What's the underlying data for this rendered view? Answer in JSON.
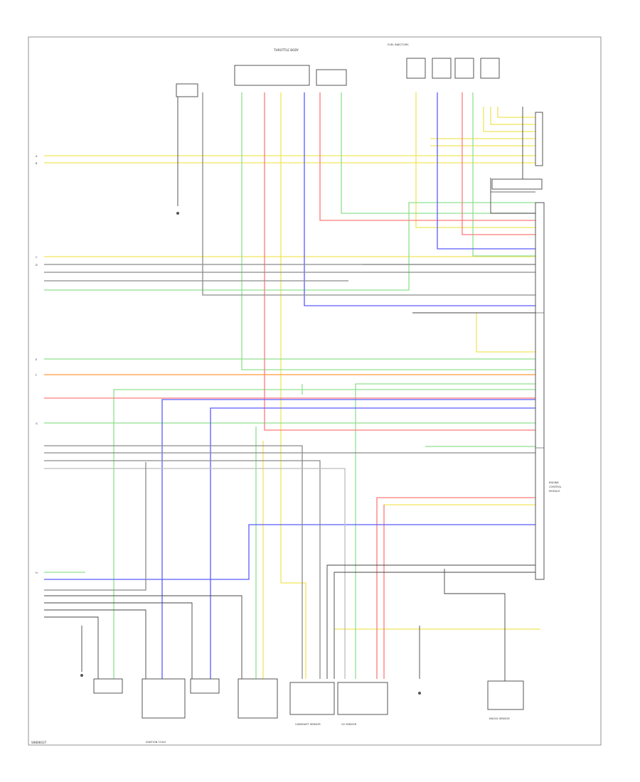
{
  "diagram": {
    "ref": "S9806037",
    "colors": {
      "yellow": "#f2e55a",
      "green": "#8fe08f",
      "red": "#ff7a7a",
      "blue": "#5a5aff",
      "orange": "#ff9a3a",
      "gray": "#8a8a8a",
      "black": "#555555",
      "lightgray": "#bdbdbd"
    },
    "pins": {
      "pin_a": "A",
      "pin_b": "B",
      "pin_c": "C",
      "pin_d": "D",
      "pin_e": "E",
      "pin_f": "F",
      "pin_g": "G",
      "pin_h": "H"
    }
  }
}
